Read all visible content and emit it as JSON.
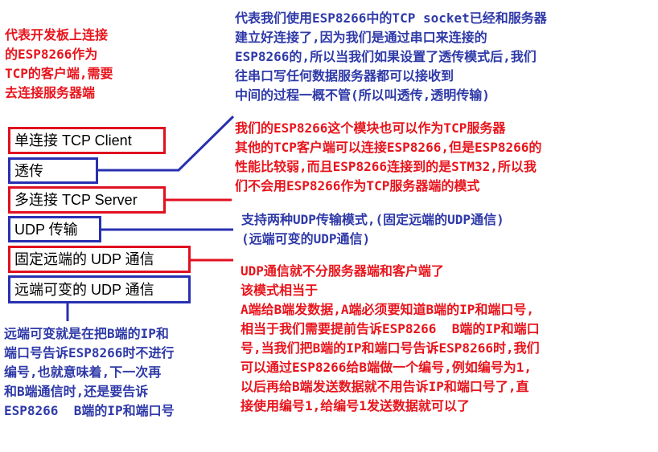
{
  "colors": {
    "red": "#e8141c",
    "blue": "#2f3aa8",
    "box_red": "#e01020",
    "box_blue": "#2830b0"
  },
  "modes": [
    {
      "label": "单连接 TCP Client",
      "color": "red"
    },
    {
      "label": "透传",
      "color": "blue"
    },
    {
      "label": "多连接 TCP Server",
      "color": "red"
    },
    {
      "label": "UDP 传输",
      "color": "blue"
    },
    {
      "label": "固定远端的 UDP 通信",
      "color": "red"
    },
    {
      "label": "远端可变的 UDP 通信",
      "color": "blue"
    }
  ],
  "notes": {
    "client_note": "代表开发板上连接\n的ESP8266作为\nTCP的客户端,需要\n去连接服务器端",
    "passthrough_note": "代表我们使用ESP8266中的TCP socket已经和服务器\n建立好连接了,因为我们是通过串口来连接的\nESP8266的,所以当我们如果设置了透传模式后,我们\n往串口写任何数据服务器都可以接收到\n中间的过程一概不管(所以叫透传,透明传输)",
    "server_note": "我们的ESP8266这个模块也可以作为TCP服务器\n其他的TCP客户端可以连接ESP8266,但是ESP8266的\n性能比较弱,而且ESP8266连接到的是STM32,所以我\n们不会用ESP8266作为TCP服务器端的模式",
    "udp_note": "支持两种UDP传输模式,(固定远端的UDP通信)\n(远端可变的UDP通信)",
    "fixed_udp_note": "UDP通信就不分服务器端和客户端了\n该模式相当于\nA端给B端发数据,A端必须要知道B端的IP和端口号,\n相当于我们需要提前告诉ESP8266  B端的IP和端口\n号,当我们把B端的IP和端口号告诉ESP8266时,我们\n可以通过ESP8266给B端做一个编号,例如编号为1,\n以后再给B端发送数据就不用告诉IP和端口号了,直\n接使用编号1,给编号1发送数据就可以了",
    "variable_udp_note": "远端可变就是在把B端的IP和\n端口号告诉ESP8266时不进行\n编号,也就意味着,下一次再\n和B端通信时,还是要告诉\nESP8266  B端的IP和端口号"
  }
}
